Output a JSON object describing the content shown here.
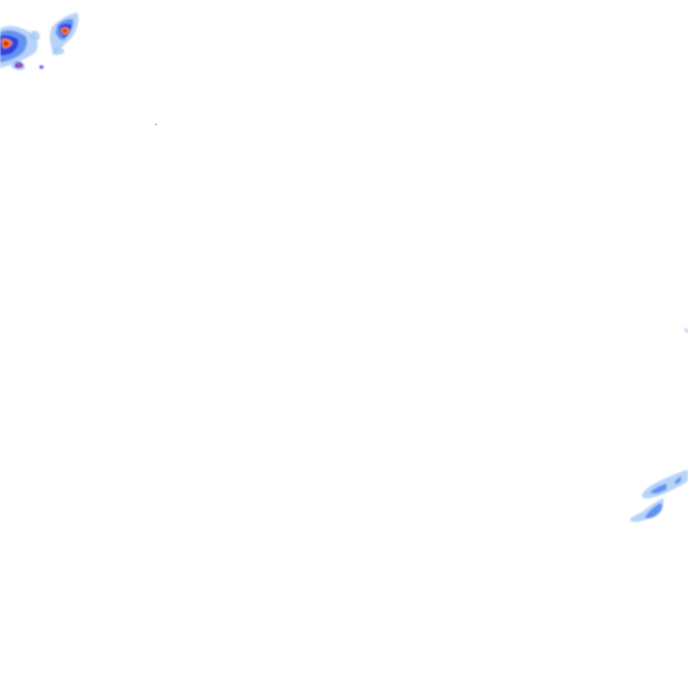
{
  "map": {
    "type": "radar-reflectivity-overlay",
    "background_color": "#ffffff",
    "color_scale": {
      "light": "#9fc4f5",
      "low": "#5f8ff0",
      "medium": "#2c3fe0",
      "high": "#ff8c00",
      "extreme": "#d81010"
    },
    "clusters": [
      {
        "name": "precip-cluster-northwest",
        "max_intensity": "extreme"
      },
      {
        "name": "precip-cluster-southeast",
        "max_intensity": "low"
      }
    ]
  }
}
